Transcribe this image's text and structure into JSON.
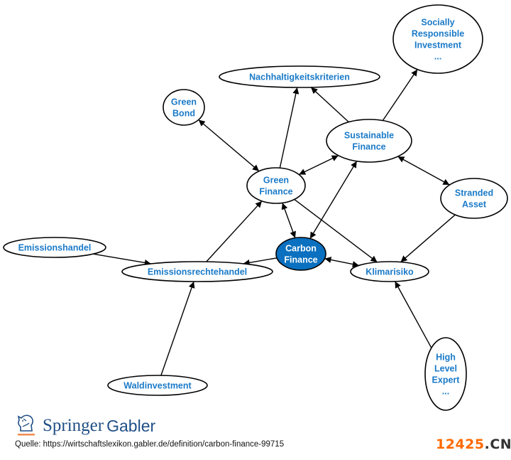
{
  "diagram": {
    "title": "Carbon Finance",
    "colors": {
      "label": "#1a7ac8",
      "focus_fill": "#0a70bf",
      "focus_label": "#ffffff",
      "stroke": "#000000"
    },
    "nodes": [
      {
        "id": "sri",
        "lines": [
          "Socially",
          "Responsible",
          "Investment",
          "..."
        ],
        "focus": false
      },
      {
        "id": "nachhaltigkeitskriterien",
        "lines": [
          "Nachhaltigkeitskriterien"
        ],
        "focus": false
      },
      {
        "id": "green_bond",
        "lines": [
          "Green",
          "Bond"
        ],
        "focus": false
      },
      {
        "id": "sustainable_finance",
        "lines": [
          "Sustainable",
          "Finance"
        ],
        "focus": false
      },
      {
        "id": "green_finance",
        "lines": [
          "Green",
          "Finance"
        ],
        "focus": false
      },
      {
        "id": "stranded_asset",
        "lines": [
          "Stranded",
          "Asset"
        ],
        "focus": false
      },
      {
        "id": "emissionshandel",
        "lines": [
          "Emissionshandel"
        ],
        "focus": false
      },
      {
        "id": "carbon_finance",
        "lines": [
          "Carbon",
          "Finance"
        ],
        "focus": true
      },
      {
        "id": "klimarisiko",
        "lines": [
          "Klimarisiko"
        ],
        "focus": false
      },
      {
        "id": "emissionsrechtehandel",
        "lines": [
          "Emissionsrechtehandel"
        ],
        "focus": false
      },
      {
        "id": "waldinvestment",
        "lines": [
          "Waldinvestment"
        ],
        "focus": false
      },
      {
        "id": "high_level_expert",
        "lines": [
          "High",
          "Level",
          "Expert",
          "..."
        ],
        "focus": false
      }
    ],
    "edges": [
      {
        "from": "sustainable_finance",
        "to": "sri",
        "direction": "forward"
      },
      {
        "from": "sustainable_finance",
        "to": "nachhaltigkeitskriterien",
        "direction": "forward"
      },
      {
        "from": "green_finance",
        "to": "nachhaltigkeitskriterien",
        "direction": "forward"
      },
      {
        "from": "green_bond",
        "to": "green_finance",
        "direction": "both"
      },
      {
        "from": "green_finance",
        "to": "sustainable_finance",
        "direction": "both"
      },
      {
        "from": "sustainable_finance",
        "to": "stranded_asset",
        "direction": "both"
      },
      {
        "from": "green_finance",
        "to": "carbon_finance",
        "direction": "both"
      },
      {
        "from": "carbon_finance",
        "to": "sustainable_finance",
        "direction": "both"
      },
      {
        "from": "green_finance",
        "to": "klimarisiko",
        "direction": "forward"
      },
      {
        "from": "stranded_asset",
        "to": "klimarisiko",
        "direction": "forward"
      },
      {
        "from": "carbon_finance",
        "to": "klimarisiko",
        "direction": "both"
      },
      {
        "from": "carbon_finance",
        "to": "emissionsrechtehandel",
        "direction": "forward"
      },
      {
        "from": "emissionshandel",
        "to": "emissionsrechtehandel",
        "direction": "forward"
      },
      {
        "from": "emissionsrechtehandel",
        "to": "green_finance",
        "direction": "forward"
      },
      {
        "from": "waldinvestment",
        "to": "emissionsrechtehandel",
        "direction": "forward"
      },
      {
        "from": "high_level_expert",
        "to": "klimarisiko",
        "direction": "forward"
      }
    ]
  },
  "footer": {
    "logo_icon": "springer-horse-icon",
    "logo_brand": "Springer",
    "logo_sub": "Gabler",
    "source_text": "Quelle: https://wirtschaftslexikon.gabler.de/definition/carbon-finance-99715"
  },
  "watermark": {
    "number": "12425",
    "suffix": ".CN",
    "colors": {
      "number": "#ff6a00",
      "suffix": "#333333"
    }
  }
}
